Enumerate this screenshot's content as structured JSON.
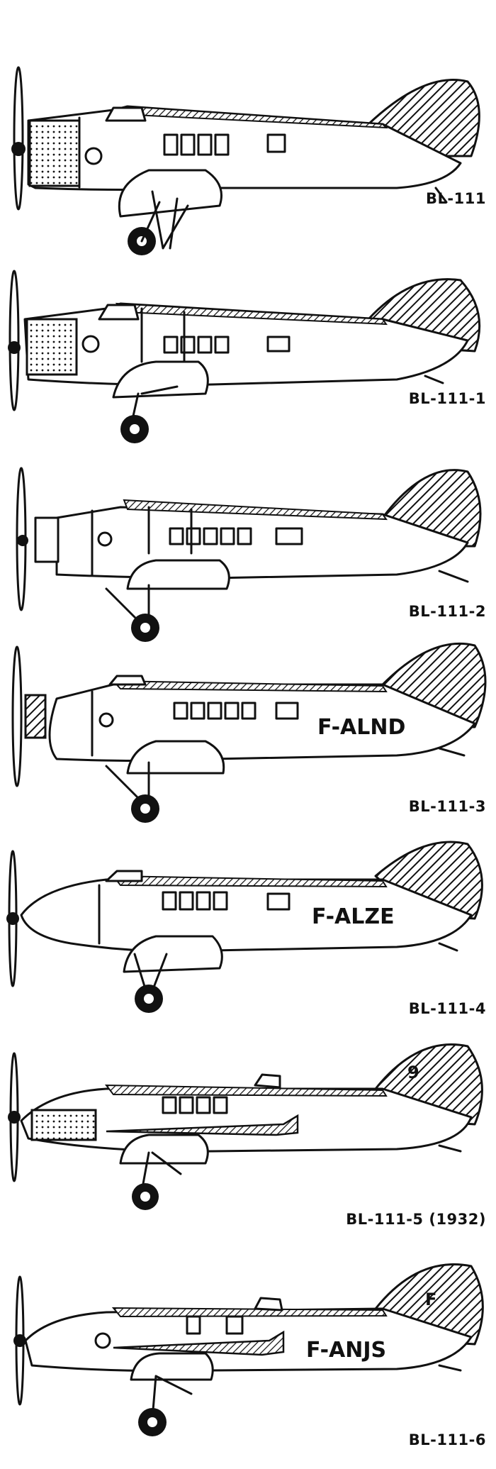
{
  "title": "",
  "variants": [
    {
      "caption": "BL-111",
      "registration": "",
      "engine": "radial-cowled",
      "gear": "v-strut"
    },
    {
      "caption": "BL-111-1",
      "registration": "",
      "engine": "radial-cowled",
      "gear": "single-strut"
    },
    {
      "caption": "BL-111-2",
      "registration": "",
      "engine": "inline-ring",
      "gear": "single-strut"
    },
    {
      "caption": "BL-111-3",
      "registration": "F-ALND",
      "engine": "exposed-radial",
      "gear": "single-strut"
    },
    {
      "caption": "BL-111-4",
      "registration": "F-ALZE",
      "engine": "pointed-nose",
      "gear": "v-strut"
    },
    {
      "caption": "BL-111-5 (1932)",
      "registration": "",
      "tail_mark": "9",
      "engine": "long-cowl",
      "gear": "single-strut"
    },
    {
      "caption": "BL-111-6",
      "registration": "F-ANJS",
      "tail_mark": "F",
      "engine": "long-cowl",
      "gear": "single-strut"
    }
  ],
  "colors": {
    "ink": "#111111",
    "paper": "#ffffff"
  }
}
